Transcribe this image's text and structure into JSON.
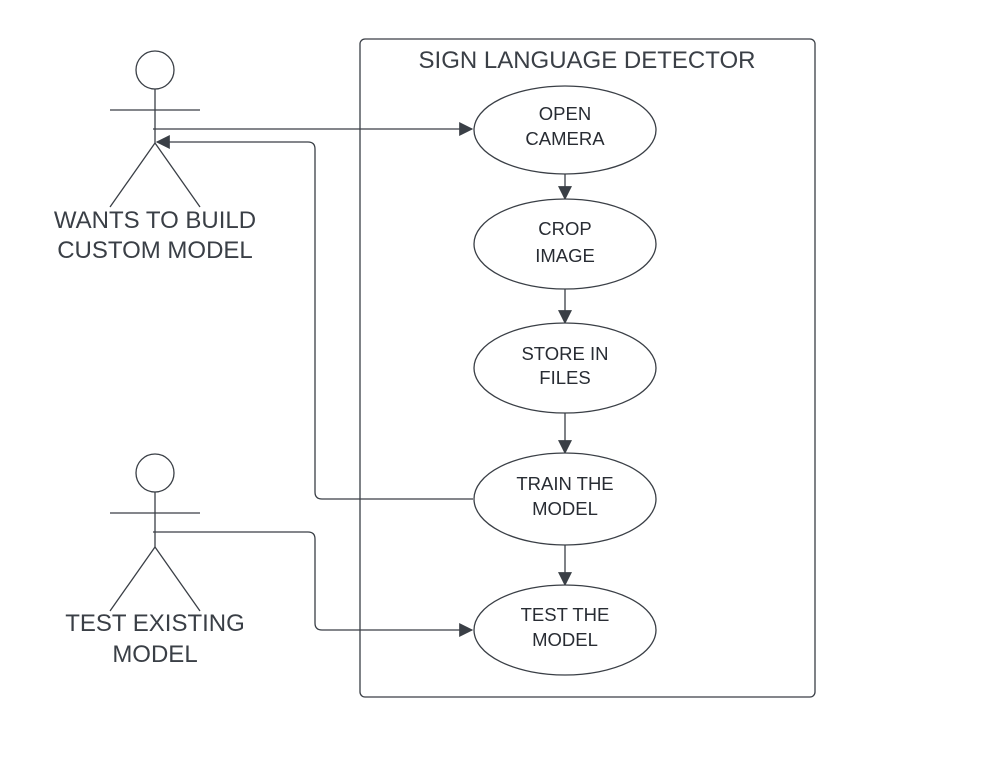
{
  "system": {
    "title": "SIGN LANGUAGE DETECTOR"
  },
  "actors": {
    "builder": {
      "line1": "WANTS TO BUILD",
      "line2": "CUSTOM MODEL"
    },
    "tester": {
      "line1": "TEST EXISTING",
      "line2": "MODEL"
    }
  },
  "use_cases": {
    "open_camera": {
      "line1": "OPEN",
      "line2": "CAMERA"
    },
    "crop_image": {
      "line1": "CROP",
      "line2": "IMAGE"
    },
    "store_files": {
      "line1": "STORE IN",
      "line2": "FILES"
    },
    "train_model": {
      "line1": "TRAIN THE",
      "line2": "MODEL"
    },
    "test_model": {
      "line1": "TEST THE",
      "line2": "MODEL"
    }
  },
  "colors": {
    "line": "#3a3f46",
    "text": "#282c33",
    "background": "#ffffff"
  }
}
